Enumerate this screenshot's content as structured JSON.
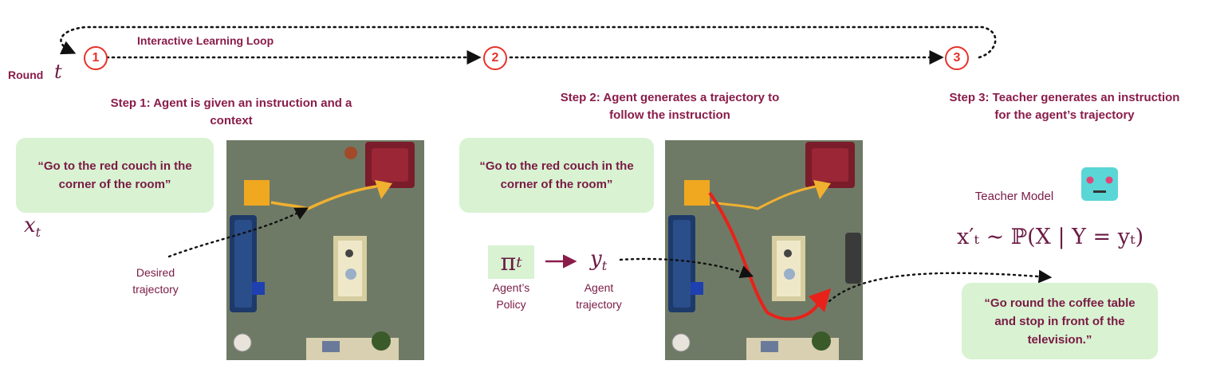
{
  "loop": {
    "title": "Interactive Learning Loop",
    "round_label": "Round",
    "round_var": "t",
    "circles": [
      "1",
      "2",
      "3"
    ]
  },
  "steps": [
    {
      "line1": "Step 1: Agent is given an instruction and a",
      "line2": "context"
    },
    {
      "line1": "Step 2: Agent generates a trajectory to",
      "line2": "follow the instruction"
    },
    {
      "line1": "Step 3: Teacher generates an instruction",
      "line2": "for the agent’s trajectory"
    }
  ],
  "instruction_bubbles": [
    {
      "line1": "“Go to the red couch in the",
      "line2": "corner of the room”"
    },
    {
      "line1": "“Go to the red couch in the",
      "line2": "corner of the room”"
    }
  ],
  "math": {
    "x_t": "x",
    "x_t_sub": "t",
    "pi": "π",
    "pi_sub": "t",
    "y": "y",
    "y_sub": "t",
    "teacher_formula": "x′ₜ ∼ ℙ(X | Y = yₜ)"
  },
  "labels": {
    "desired_line1": "Desired",
    "desired_line2": "trajectory",
    "policy_line1": "Agent’s",
    "policy_line2": "Policy",
    "agent_traj_line1": "Agent",
    "agent_traj_line2": "trajectory",
    "teacher_model": "Teacher Model"
  },
  "teacher_output": {
    "line1": "“Go round the coffee table",
    "line2": "and stop in front of the",
    "line3": "television.”"
  },
  "colors": {
    "accent_text": "#8a1c4a",
    "bubble_bg": "#d8f2d2",
    "circle_red": "#e8322a",
    "desired_path": "#f0b030",
    "agent_path": "#e8221a",
    "robot_face": "#5ad6d6"
  }
}
